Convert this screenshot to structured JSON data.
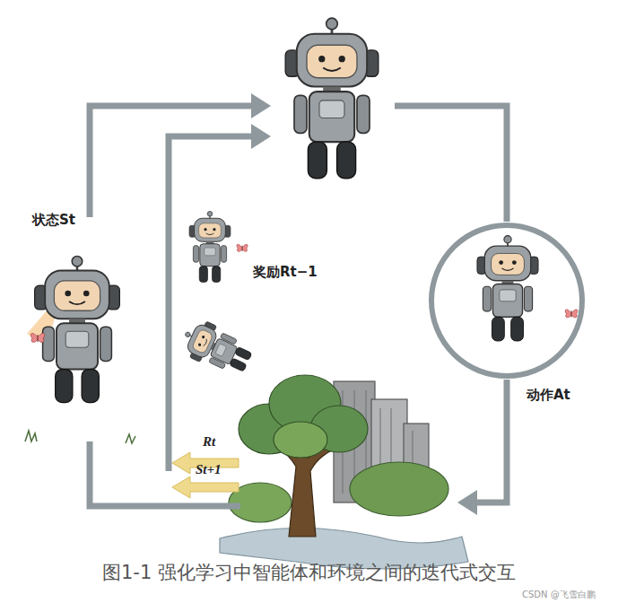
{
  "diagram": {
    "caption": "图1-1 强化学习中智能体和环境之间的迭代式交互",
    "nodes": [
      {
        "text": [
          "动作At"
        ]
      }
    ],
    "labels": [
      "状态St",
      "奖励Rt−1",
      "Rt",
      "St+1",
      "CSDN @飞雪白鹏"
    ]
  }
}
